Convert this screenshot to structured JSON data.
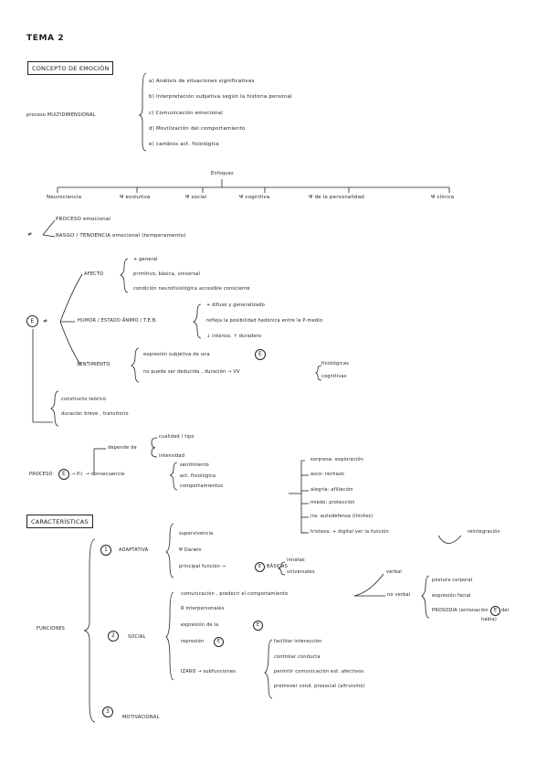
{
  "title": "TEMA 2",
  "concepto": {
    "box": "CONCEPTO DE EMOCIÓN",
    "left_label": "proceso MULTIDIMENSIONAL",
    "items": [
      "a) Análisis de situaciones significativas",
      "b) Interpretación subjetiva según la historia personal",
      "c) Comunicación emocional",
      "d) Movilización del comportamiento",
      "e) cambios act. fisiológica"
    ]
  },
  "enfoques": {
    "label": "Enfoques",
    "items": [
      "Neurociencia",
      "Ψ evolutiva",
      "Ψ social",
      "Ψ cognitiva",
      "Ψ de la personalidad",
      "Ψ clínica"
    ]
  },
  "distinct": {
    "symbol": "≠",
    "items": [
      "PROCESO emocional",
      "RASGO / TENDENCIA emocional (temperamento)"
    ]
  },
  "emotion": {
    "symbol": "E",
    "neq": "≠",
    "afecto": {
      "label": "AFECTO",
      "items": [
        "+ general",
        "primitivo, básica, universal",
        "condición neurofisiológica accesible consciente"
      ]
    },
    "humor": {
      "label": "HUMOR / ESTADO ÁNIMO / T.E.B.",
      "items": [
        "+ difuso y generalizado",
        "refleja la posibilidad hedónica entre la P-medio",
        "↓ intenso, ↑ duradero"
      ]
    },
    "sentimiento": {
      "label": "SENTIMIENTO",
      "items": [
        "expresión subjetiva de una",
        "no puede ser deducida , duración → VV"
      ],
      "circle": "E",
      "sub": [
        "fisiológicas",
        "cognitivas"
      ]
    },
    "bottom": [
      "constructo teórico",
      "duración breve , transitorio"
    ]
  },
  "proceso": {
    "label": "PROCESO",
    "circle": "E",
    "flow": [
      "→ P.I. → consecuencia"
    ],
    "depende": "depende de",
    "depende_items": [
      "cualidad / tipo",
      "intensidad"
    ],
    "consecuencia": [
      "sentimiento",
      "act. fisiológica",
      "comportamientos"
    ]
  },
  "basicas_list": [
    "sorpresa: exploración",
    "asco: rechazo",
    "alegría: afiliación",
    "miedo: protección",
    "ira: autodefensa (límites)",
    "tristeza: + digital ver la función",
    "reintegración"
  ],
  "caracteristicas": {
    "box": "CARACTERÍSTICAS",
    "funciones": "FUNCIONES",
    "adaptativa": {
      "num": "1",
      "label": "ADAPTATIVA",
      "items": [
        "supervivencia",
        "Ψ Darwin",
        "principal función →"
      ],
      "circle": "E",
      "basicas": "BÁSICAS",
      "basicas_sub": [
        "innatas",
        "universales"
      ]
    },
    "social": {
      "num": "2",
      "label": "SOCIAL",
      "items": [
        "comunicación , predecir el comportamiento",
        "R interpersonales",
        "expresión de la",
        "represión",
        "IZARD → subfunciones"
      ],
      "circle": "E",
      "verbal": "verbal",
      "no_verbal": "no verbal",
      "no_verbal_items": [
        "postura corporal",
        "expresión facial",
        "PROSODIA (entonación",
        "habla)"
      ],
      "prosodia_circle": "E",
      "prosodia_tail": "del",
      "izard_items": [
        "facilitar interacción",
        "controlar conducta",
        "permitir comunicación est. afectivos",
        "promover cond. prosocial (altruismo)"
      ]
    },
    "motivacional": {
      "num": "3",
      "label": "MOTIVACIONAL"
    }
  }
}
